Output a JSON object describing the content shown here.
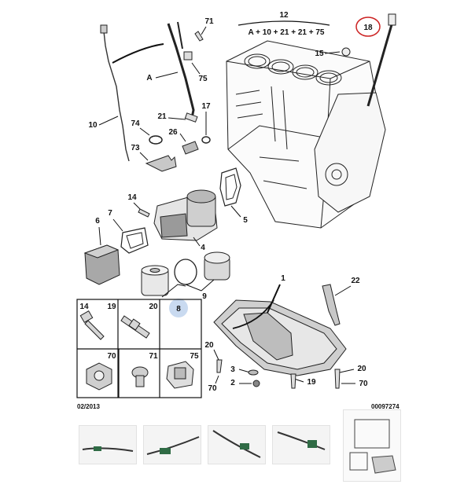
{
  "labels": {
    "formula_number": "12",
    "formula": "A + 10 + 21 + 21 + 75",
    "circled": "18",
    "highlighted": "8",
    "a": "A",
    "n71": "71",
    "n75": "75",
    "n10": "10",
    "n74": "74",
    "n21": "21",
    "n26": "26",
    "n17": "17",
    "n73": "73",
    "n15": "15",
    "n14": "14",
    "n7": "7",
    "n6": "6",
    "n4": "4",
    "n5": "5",
    "n9": "9",
    "n1": "1",
    "n22": "22",
    "n20a": "20",
    "n70a": "70",
    "n3": "3",
    "n2": "2",
    "n19b": "19",
    "n20b": "20",
    "n70b": "70"
  },
  "parts_table": {
    "cells": [
      "14",
      "19",
      "20",
      "70",
      "71",
      "75"
    ]
  },
  "footer": {
    "date": "02/2013",
    "ref": "00097274"
  },
  "colors": {
    "ink": "#111111",
    "highlight": "#c9daf0",
    "circle": "#cc2222",
    "gasket": "#777777"
  },
  "thumbnails": [
    "cable-photo-1",
    "cable-photo-2",
    "cable-photo-3",
    "cable-photo-4",
    "diagram-thumbnail"
  ]
}
